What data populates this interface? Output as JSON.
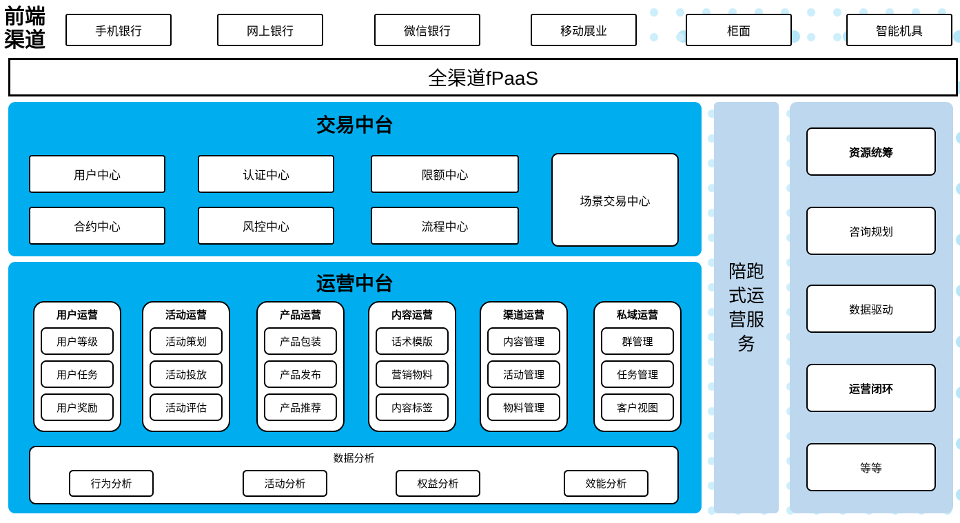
{
  "colors": {
    "accent_blue": "#00AEEF",
    "panel_light_blue": "#BDD7EE",
    "dot_light_blue": "#CDEEFB"
  },
  "frontend": {
    "label": "前端渠道",
    "channels": [
      "手机银行",
      "网上银行",
      "微信银行",
      "移动展业",
      "柜面",
      "智能机具"
    ]
  },
  "fpaas": {
    "label": "全渠道fPaaS"
  },
  "trade_platform": {
    "title": "交易中台",
    "centers": [
      "用户中心",
      "认证中心",
      "限额中心",
      "合约中心",
      "风控中心",
      "流程中心"
    ],
    "scene_center": "场景交易中心"
  },
  "ops_platform": {
    "title": "运营中台",
    "columns": [
      {
        "title": "用户运营",
        "items": [
          "用户等级",
          "用户任务",
          "用户奖励"
        ]
      },
      {
        "title": "活动运营",
        "items": [
          "活动策划",
          "活动投放",
          "活动评估"
        ]
      },
      {
        "title": "产品运营",
        "items": [
          "产品包装",
          "产品发布",
          "产品推荐"
        ]
      },
      {
        "title": "内容运营",
        "items": [
          "话术模版",
          "营销物料",
          "内容标签"
        ]
      },
      {
        "title": "渠道运营",
        "items": [
          "内容管理",
          "活动管理",
          "物料管理"
        ]
      },
      {
        "title": "私域运营",
        "items": [
          "群管理",
          "任务管理",
          "客户视图"
        ]
      }
    ],
    "data_analysis": {
      "title": "数据分析",
      "items": [
        "行为分析",
        "活动分析",
        "权益分析",
        "效能分析"
      ]
    }
  },
  "companion_service": {
    "label": "陪跑式运营服务",
    "items": [
      "资源统筹",
      "咨询规划",
      "数据驱动",
      "运营闭环",
      "等等"
    ]
  }
}
